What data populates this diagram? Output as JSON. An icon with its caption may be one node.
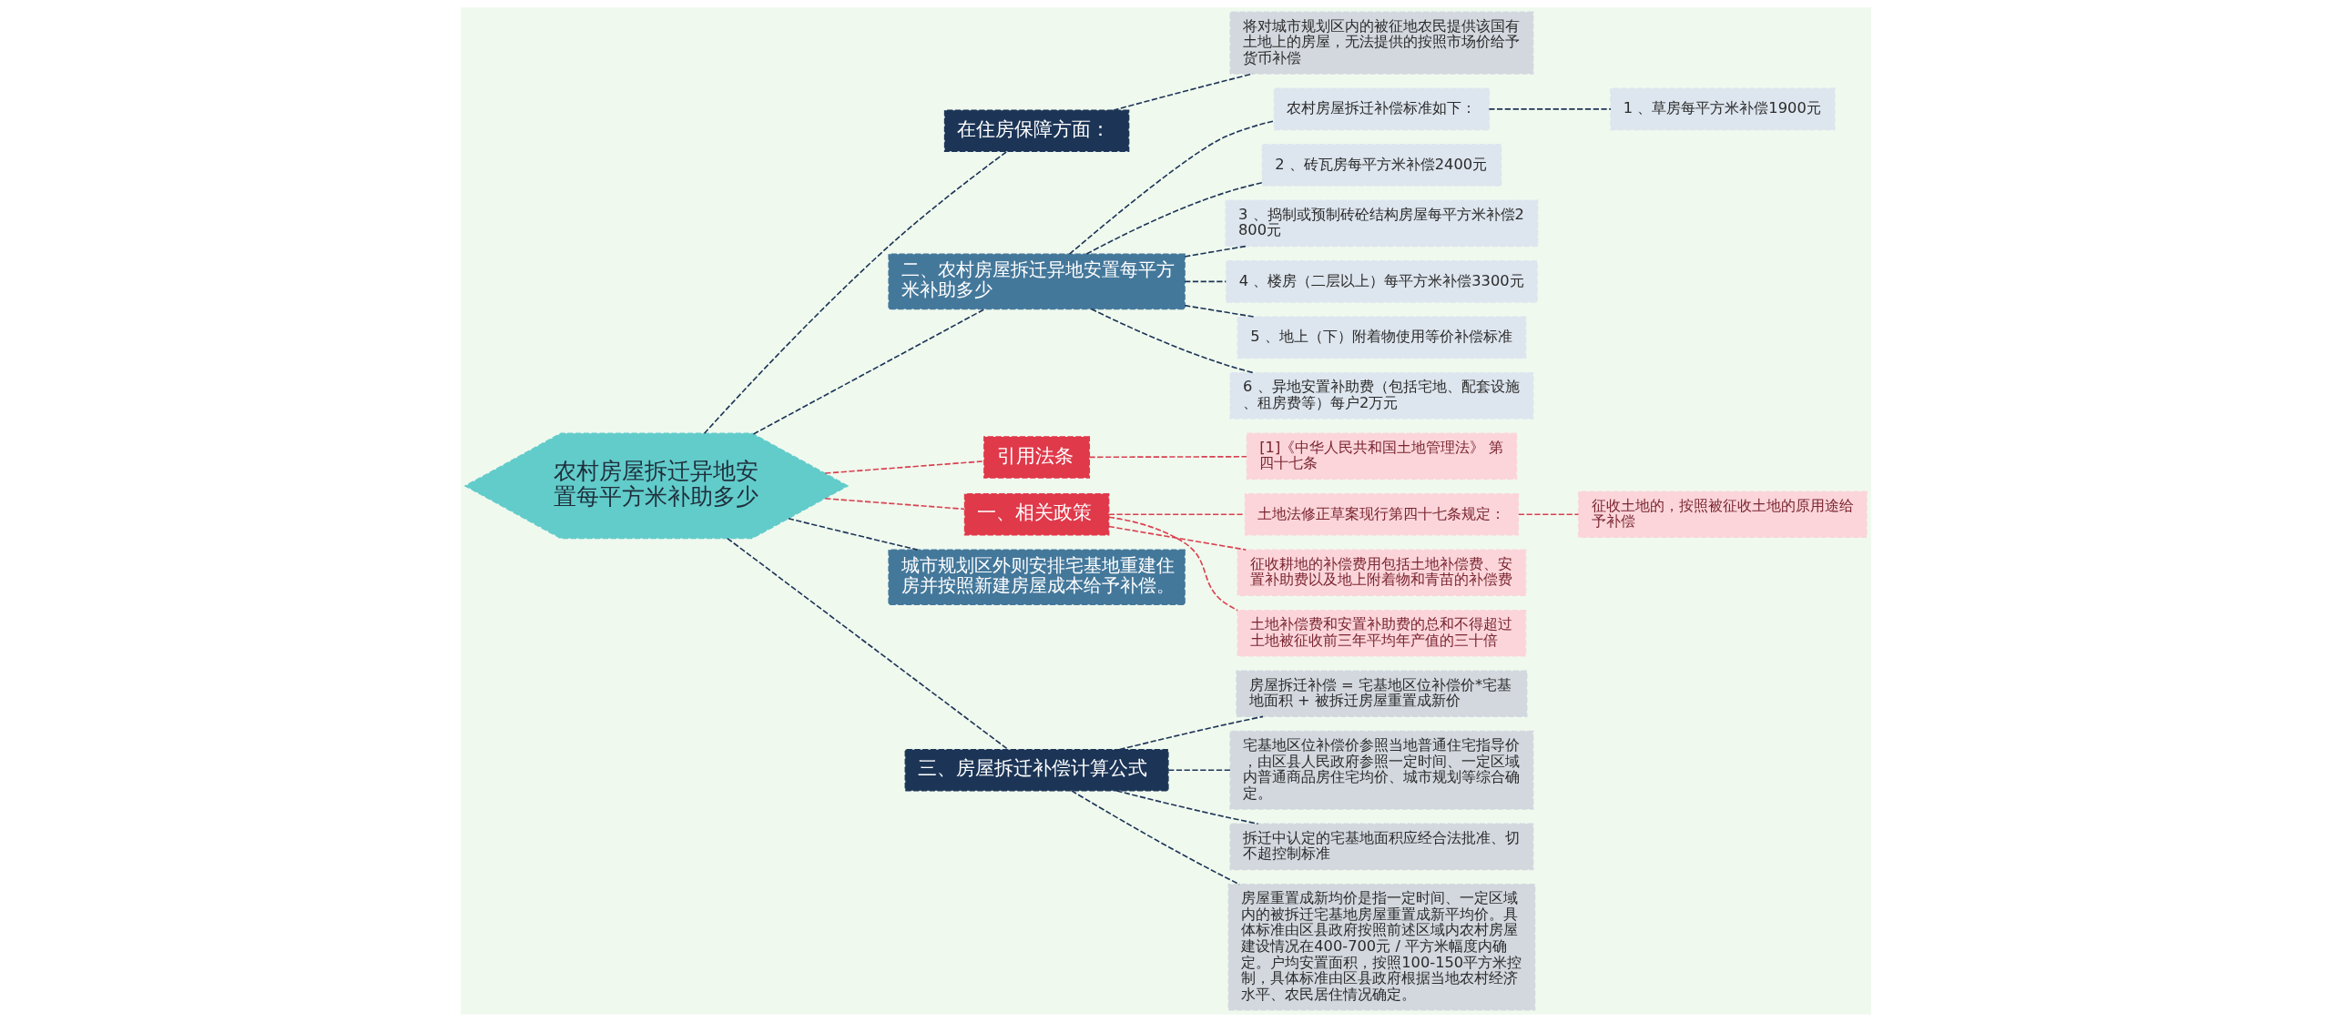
{
  "diagram": {
    "nodes": [
      {
        "text": [
          "农村房屋拆迁异地安置每平方米补助多少"
        ]
      },
      {
        "text": [
          "在住房保障方面："
        ]
      },
      {
        "text": [
          "将对城市规划区内的被征地农民提供该国有土地上的房屋，无法提供的按照市场价给予货币补偿"
        ]
      },
      {
        "text": [
          "二、农村房屋拆迁异地安置每平方米补助多少"
        ]
      },
      {
        "text": [
          "农村房屋拆迁补偿标准如下："
        ]
      },
      {
        "text": [
          "1 、草房每平方米补偿1900元"
        ]
      },
      {
        "text": [
          "2 、砖瓦房每平方米补偿2400元"
        ]
      },
      {
        "text": [
          "3 、捣制或预制砖砼结构房屋每平方米补偿2800元"
        ]
      },
      {
        "text": [
          "4 、楼房（二层以上）每平方米补偿3300元"
        ]
      },
      {
        "text": [
          "5 、地上（下）附着物使用等价补偿标准"
        ]
      },
      {
        "text": [
          "6 、异地安置补助费（包括宅地、配套设施、租房费等）每户2万元"
        ]
      },
      {
        "text": [
          "引用法条"
        ]
      },
      {
        "text": [
          "[1]《中华人民共和国土地管理法》 第四十七条"
        ]
      },
      {
        "text": [
          "一、相关政策"
        ]
      },
      {
        "text": [
          "土地法修正草案现行第四十七条规定："
        ]
      },
      {
        "text": [
          "征收土地的，按照被征收土地的原用途给予补偿"
        ]
      },
      {
        "text": [
          "征收耕地的补偿费用包括土地补偿费、安置补助费以及地上附着物和青苗的补偿费"
        ]
      },
      {
        "text": [
          "土地补偿费和安置补助费的总和不得超过土地被征收前三年平均年产值的三十倍"
        ]
      },
      {
        "text": [
          "城市规划区外则安排宅基地重建住房并按照新建房屋成本给予补偿。"
        ]
      },
      {
        "text": [
          "三、房屋拆迁补偿计算公式"
        ]
      },
      {
        "text": [
          "房屋拆迁补偿 = 宅基地区位补偿价*宅基地面积 + 被拆迁房屋重置成新价"
        ]
      },
      {
        "text": [
          "宅基地区位补偿价参照当地普通住宅指导价，由区县人民政府参照一定时间、一定区域内普通商品房住宅均价、城市规划等综合确定。"
        ]
      },
      {
        "text": [
          "拆迁中认定的宅基地面积应经合法批准、切不超控制标准"
        ]
      },
      {
        "text": [
          "房屋重置成新均价是指一定时间、一定区域内的被拆迁宅基地房屋重置成新平均价。具体标准由区县政府按照前述区域内农村房屋建设情况在400-700元 / 平方米幅度内确定。户均安置面积，按照100-150平方米控制，具体标准由区县政府根据当地农村经济水平、农民居住情况确定。"
        ]
      }
    ],
    "edges": [
      {
        "from": 0,
        "to": 1,
        "arrow": "none",
        "style": "dashed"
      },
      {
        "from": 1,
        "to": 2,
        "arrow": "none",
        "style": "dashed"
      },
      {
        "from": 0,
        "to": 3,
        "arrow": "none",
        "style": "dashed"
      },
      {
        "from": 3,
        "to": 4,
        "arrow": "none",
        "style": "dashed"
      },
      {
        "from": 4,
        "to": 5,
        "arrow": "none",
        "style": "dashed"
      },
      {
        "from": 3,
        "to": 6,
        "arrow": "none",
        "style": "dashed"
      },
      {
        "from": 3,
        "to": 7,
        "arrow": "none",
        "style": "dashed"
      },
      {
        "from": 3,
        "to": 8,
        "arrow": "none",
        "style": "dashed"
      },
      {
        "from": 3,
        "to": 9,
        "arrow": "none",
        "style": "dashed"
      },
      {
        "from": 3,
        "to": 10,
        "arrow": "none",
        "style": "dashed"
      },
      {
        "from": 0,
        "to": 11,
        "arrow": "none",
        "style": "dashed",
        "color": "#d9404f"
      },
      {
        "from": 11,
        "to": 12,
        "arrow": "none",
        "style": "dashed",
        "color": "#d9404f"
      },
      {
        "from": 0,
        "to": 13,
        "arrow": "none",
        "style": "dashed",
        "color": "#d9404f"
      },
      {
        "from": 13,
        "to": 14,
        "arrow": "none",
        "style": "dashed",
        "color": "#d9404f"
      },
      {
        "from": 14,
        "to": 15,
        "arrow": "none",
        "style": "dashed",
        "color": "#d9404f"
      },
      {
        "from": 13,
        "to": 16,
        "arrow": "none",
        "style": "dashed",
        "color": "#d9404f"
      },
      {
        "from": 13,
        "to": 17,
        "arrow": "none",
        "style": "dashed",
        "color": "#d9404f"
      },
      {
        "from": 0,
        "to": 18,
        "arrow": "none",
        "style": "dashed"
      },
      {
        "from": 0,
        "to": 19,
        "arrow": "none",
        "style": "dashed"
      },
      {
        "from": 19,
        "to": 20,
        "arrow": "none",
        "style": "dashed"
      },
      {
        "from": 19,
        "to": 21,
        "arrow": "none",
        "style": "dashed"
      },
      {
        "from": 19,
        "to": 22,
        "arrow": "none",
        "style": "dashed"
      },
      {
        "from": 19,
        "to": 23,
        "arrow": "none",
        "style": "dashed"
      }
    ]
  }
}
